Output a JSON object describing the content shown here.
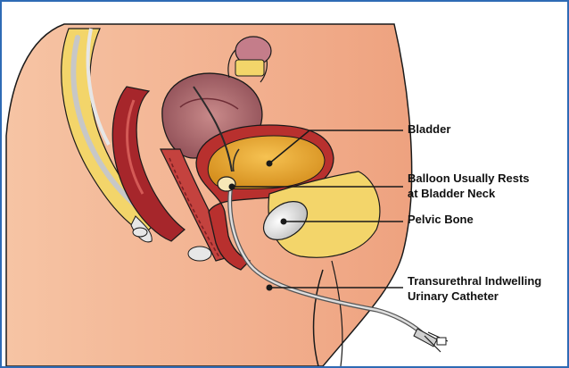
{
  "figure": {
    "labels": {
      "bladder": "Bladder",
      "balloon_line1": "Balloon Usually Rests",
      "balloon_line2": "at Bladder Neck",
      "pelvic_bone": "Pelvic Bone",
      "catheter_line1": "Transurethral Indwelling",
      "catheter_line2": "Urinary Catheter"
    }
  },
  "colors": {
    "frame_border": "#2e6bb5",
    "skin": "#f2b08f",
    "bone_yellow": "#f3d56a",
    "muscle_red": "#b8302e",
    "urine": "#e9a733",
    "pelvic_bone": "#dcdcdc",
    "outline": "#1a1a1a"
  }
}
